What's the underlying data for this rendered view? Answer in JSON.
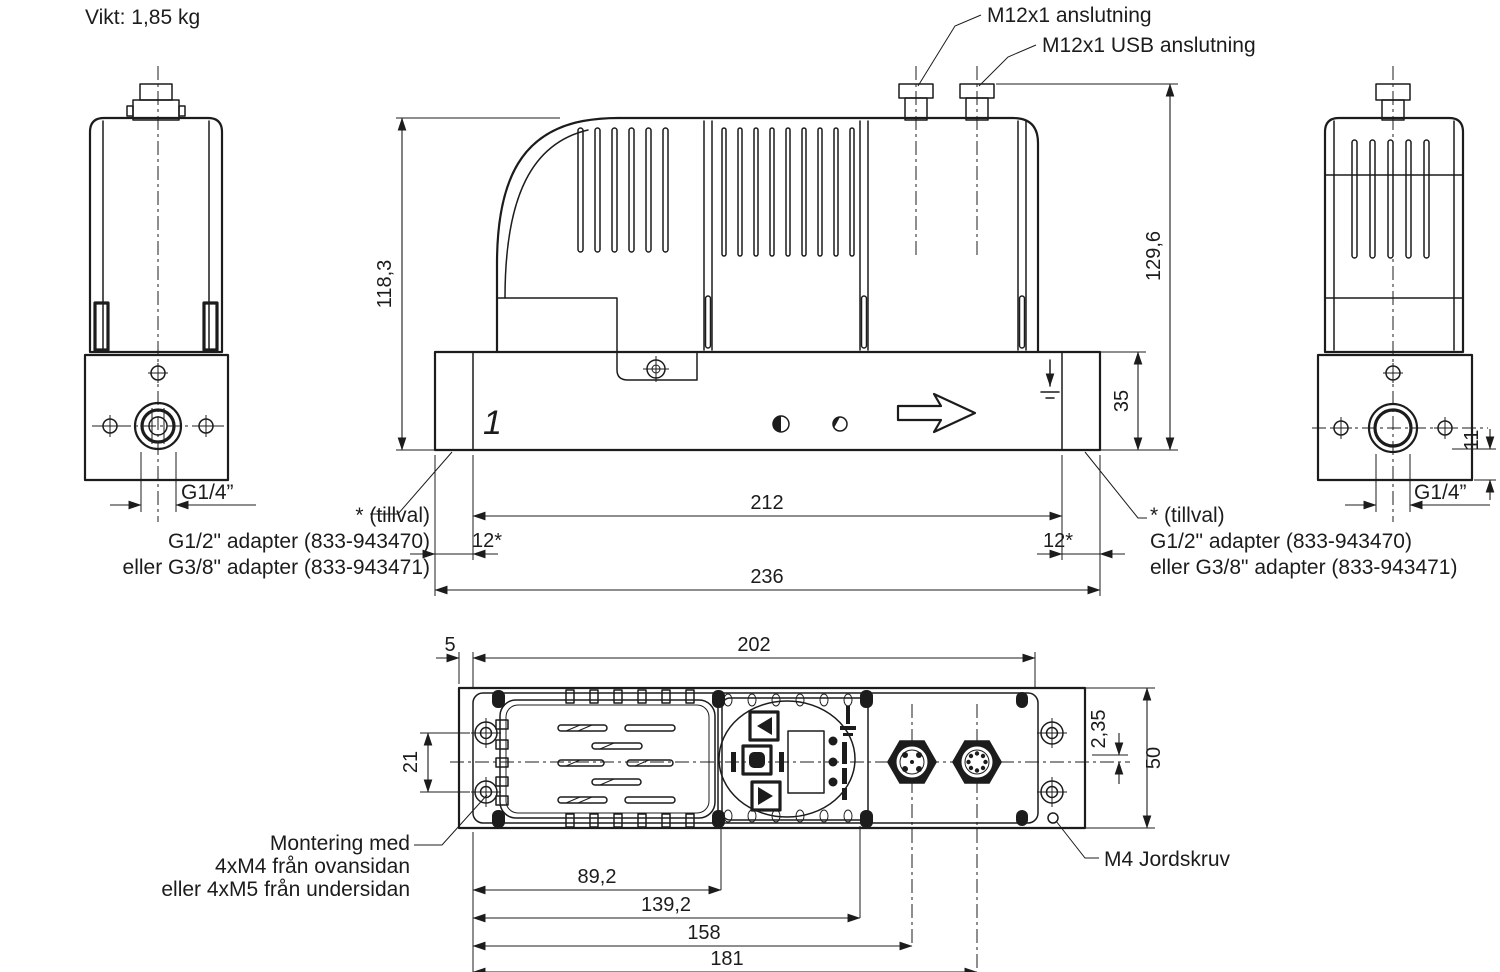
{
  "labels": {
    "weight": "Vikt: 1,85 kg",
    "m12": "M12x1 anslutning",
    "m12_usb": "M12x1 USB anslutning",
    "tillval": "* (tillval)",
    "adapter1": "G1/2\" adapter (833-943470)",
    "adapter2": "eller G3/8\" adapter (833-943471)",
    "mounting1": "Montering med",
    "mounting2": "4xM4 från ovansidan",
    "mounting3": "eller 4xM5 från undersidan",
    "ground_screw": "M4 Jordskruv",
    "port": "G1/4”",
    "port_marker": "1"
  },
  "dims": {
    "body_height": "118,3",
    "total_height": "129,6",
    "base_height": "35",
    "len_inner": "212",
    "offset_left": "12*",
    "offset_right": "12*",
    "len_total": "236",
    "edge_offset": "5",
    "len_202": "202",
    "hole_pitch": "21",
    "offset_235": "2,35",
    "width_50": "50",
    "port_offset_11": "11",
    "len_89_2": "89,2",
    "len_139_2": "139,2",
    "len_158": "158",
    "len_181": "181"
  },
  "colors": {
    "line": "#1c1c1c",
    "background": "#ffffff"
  }
}
